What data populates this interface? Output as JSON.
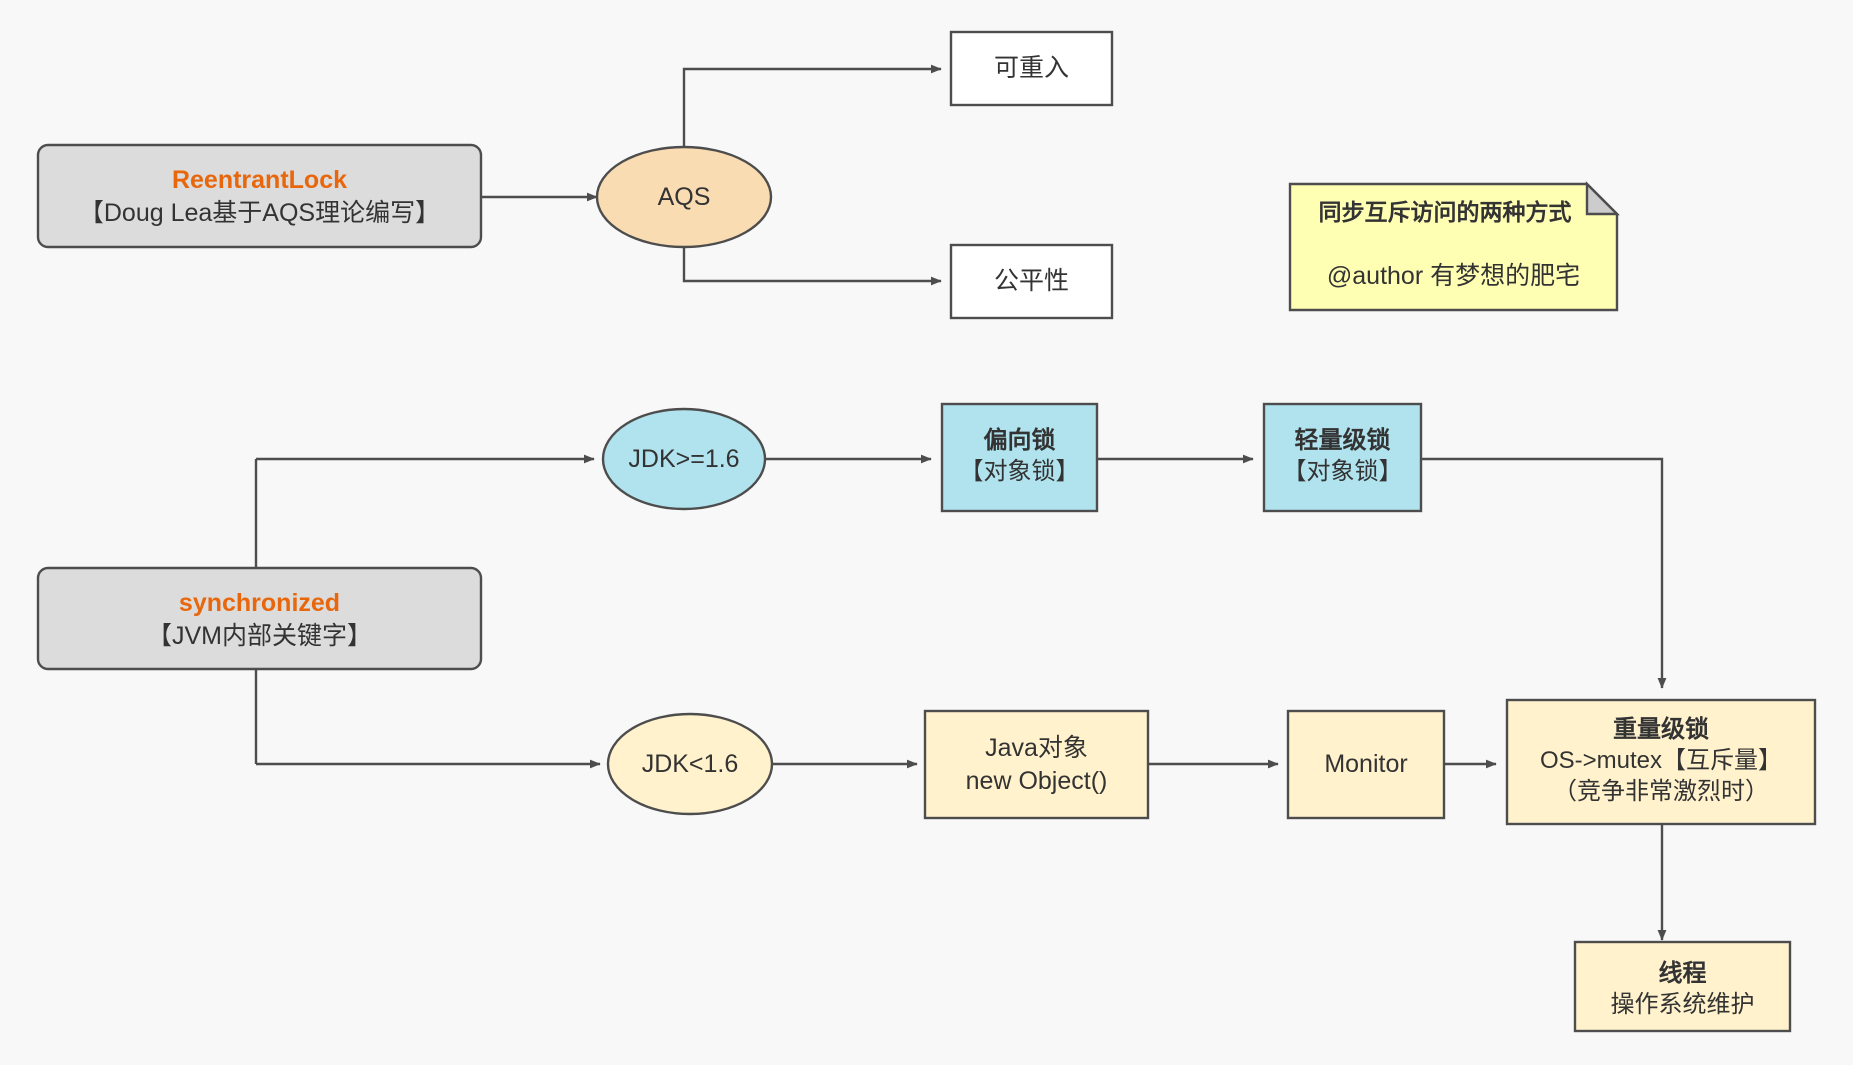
{
  "diagram": {
    "title_note": {
      "line1": "同步互斥访问的两种方式",
      "line2": "@author 有梦想的肥宅",
      "fill": "#ffffb4",
      "stroke": "#4d4d4d",
      "fold_fill": "#cccccc"
    },
    "colors": {
      "background": "#f8f8f8",
      "gray_fill": "#dcdcdc",
      "orange_fill": "#fadcb3",
      "blue_fill": "#b0e3ee",
      "yellow_fill": "#fff2cc",
      "white_fill": "#ffffff",
      "edge": "#4d4d4d",
      "accent_text": "#e8670c",
      "text": "#333333"
    },
    "nodes": [
      {
        "id": "reentrantlock",
        "shape": "rounded-rect",
        "line1": "ReentrantLock",
        "line2": "【Doug Lea基于AQS理论编写】",
        "fill": "#dcdcdc"
      },
      {
        "id": "aqs",
        "shape": "ellipse",
        "line1": "AQS",
        "fill": "#fadcb3"
      },
      {
        "id": "reentrant",
        "shape": "rect",
        "line1": "可重入",
        "fill": "#ffffff"
      },
      {
        "id": "fairness",
        "shape": "rect",
        "line1": "公平性",
        "fill": "#ffffff"
      },
      {
        "id": "synchronized",
        "shape": "rounded-rect",
        "line1": "synchronized",
        "line2": "【JVM内部关键字】",
        "fill": "#dcdcdc"
      },
      {
        "id": "jdk-ge-16",
        "shape": "ellipse",
        "line1": "JDK>=1.6",
        "fill": "#b0e3ee"
      },
      {
        "id": "jdk-lt-16",
        "shape": "ellipse",
        "line1": "JDK<1.6",
        "fill": "#fff2cc"
      },
      {
        "id": "biased-lock",
        "shape": "rect",
        "line1": "偏向锁",
        "line2": "【对象锁】",
        "fill": "#b0e3ee"
      },
      {
        "id": "lightweight-lock",
        "shape": "rect",
        "line1": "轻量级锁",
        "line2": "【对象锁】",
        "fill": "#b0e3ee"
      },
      {
        "id": "java-object",
        "shape": "rect",
        "line1": "Java对象",
        "line2": "new Object()",
        "fill": "#fff2cc"
      },
      {
        "id": "monitor",
        "shape": "rect",
        "line1": "Monitor",
        "fill": "#fff2cc"
      },
      {
        "id": "heavyweight-lock",
        "shape": "rect",
        "line1": "重量级锁",
        "line2": "OS->mutex【互斥量】",
        "line3": "（竞争非常激烈时）",
        "fill": "#fff2cc"
      },
      {
        "id": "thread",
        "shape": "rect",
        "line1": "线程",
        "line2": "操作系统维护",
        "fill": "#fff2cc"
      }
    ]
  }
}
